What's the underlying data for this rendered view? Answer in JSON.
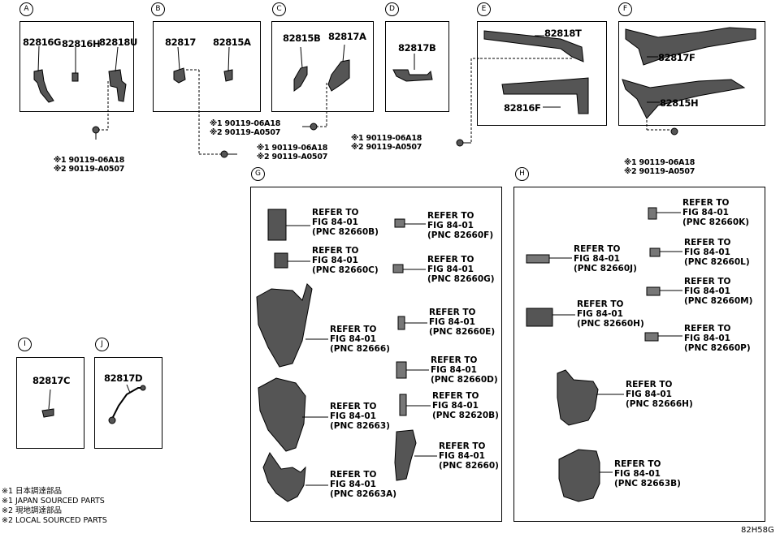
{
  "sections": {
    "A": {
      "letter": "A",
      "parts": [
        "82816G",
        "82816H",
        "82818U"
      ],
      "notes": [
        "※1 90119-06A18",
        "※2 90119-A0507"
      ]
    },
    "B": {
      "letter": "B",
      "parts": [
        "82817",
        "82815A"
      ],
      "notes": [
        "※1 90119-06A18",
        "※2 90119-A0507",
        "※1 90119-06A18",
        "※2 90119-A0507"
      ]
    },
    "C": {
      "letter": "C",
      "parts": [
        "82815B",
        "82817A"
      ]
    },
    "D": {
      "letter": "D",
      "parts": [
        "82817B"
      ]
    },
    "E": {
      "letter": "E",
      "parts": [
        "82818T",
        "82816F"
      ],
      "notes": [
        "※1 90119-06A18",
        "※2 90119-A0507"
      ]
    },
    "F": {
      "letter": "F",
      "parts": [
        "82817F",
        "82815H"
      ],
      "notes": [
        "※1 90119-06A18",
        "※2 90119-A0507"
      ]
    },
    "G": {
      "letter": "G",
      "refs": [
        [
          "REFER TO",
          "FIG 84-01",
          "(PNC 82660B)"
        ],
        [
          "REFER TO",
          "FIG 84-01",
          "(PNC 82660F)"
        ],
        [
          "REFER TO",
          "FIG 84-01",
          "(PNC 82660C)"
        ],
        [
          "REFER TO",
          "FIG 84-01",
          "(PNC 82660G)"
        ],
        [
          "REFER TO",
          "FIG 84-01",
          "(PNC 82666)"
        ],
        [
          "REFER TO",
          "FIG 84-01",
          "(PNC 82660E)"
        ],
        [
          "REFER TO",
          "FIG 84-01",
          "(PNC 82660D)"
        ],
        [
          "REFER TO",
          "FIG 84-01",
          "(PNC 82663)"
        ],
        [
          "REFER TO",
          "FIG 84-01",
          "(PNC 82620B)"
        ],
        [
          "REFER TO",
          "FIG 84-01",
          "(PNC 82660)"
        ],
        [
          "REFER TO",
          "FIG 84-01",
          "(PNC 82663A)"
        ]
      ]
    },
    "H": {
      "letter": "H",
      "refs": [
        [
          "REFER TO",
          "FIG 84-01",
          "(PNC 82660K)"
        ],
        [
          "REFER TO",
          "FIG 84-01",
          "(PNC 82660J)"
        ],
        [
          "REFER TO",
          "FIG 84-01",
          "(PNC 82660L)"
        ],
        [
          "REFER TO",
          "FIG 84-01",
          "(PNC 82660H)"
        ],
        [
          "REFER TO",
          "FIG 84-01",
          "(PNC 82660M)"
        ],
        [
          "REFER TO",
          "FIG 84-01",
          "(PNC 82660P)"
        ],
        [
          "REFER TO",
          "FIG 84-01",
          "(PNC 82666H)"
        ],
        [
          "REFER TO",
          "FIG 84-01",
          "(PNC 82663B)"
        ]
      ]
    },
    "I": {
      "letter": "I",
      "parts": [
        "82817C"
      ]
    },
    "J": {
      "letter": "J",
      "parts": [
        "82817D"
      ]
    }
  },
  "legend": [
    "※1 日本調達部品",
    "※1 JAPAN SOURCED PARTS",
    "※2 現地調達部品",
    "※2 LOCAL SOURCED PARTS"
  ],
  "figure_code": "82H58G"
}
